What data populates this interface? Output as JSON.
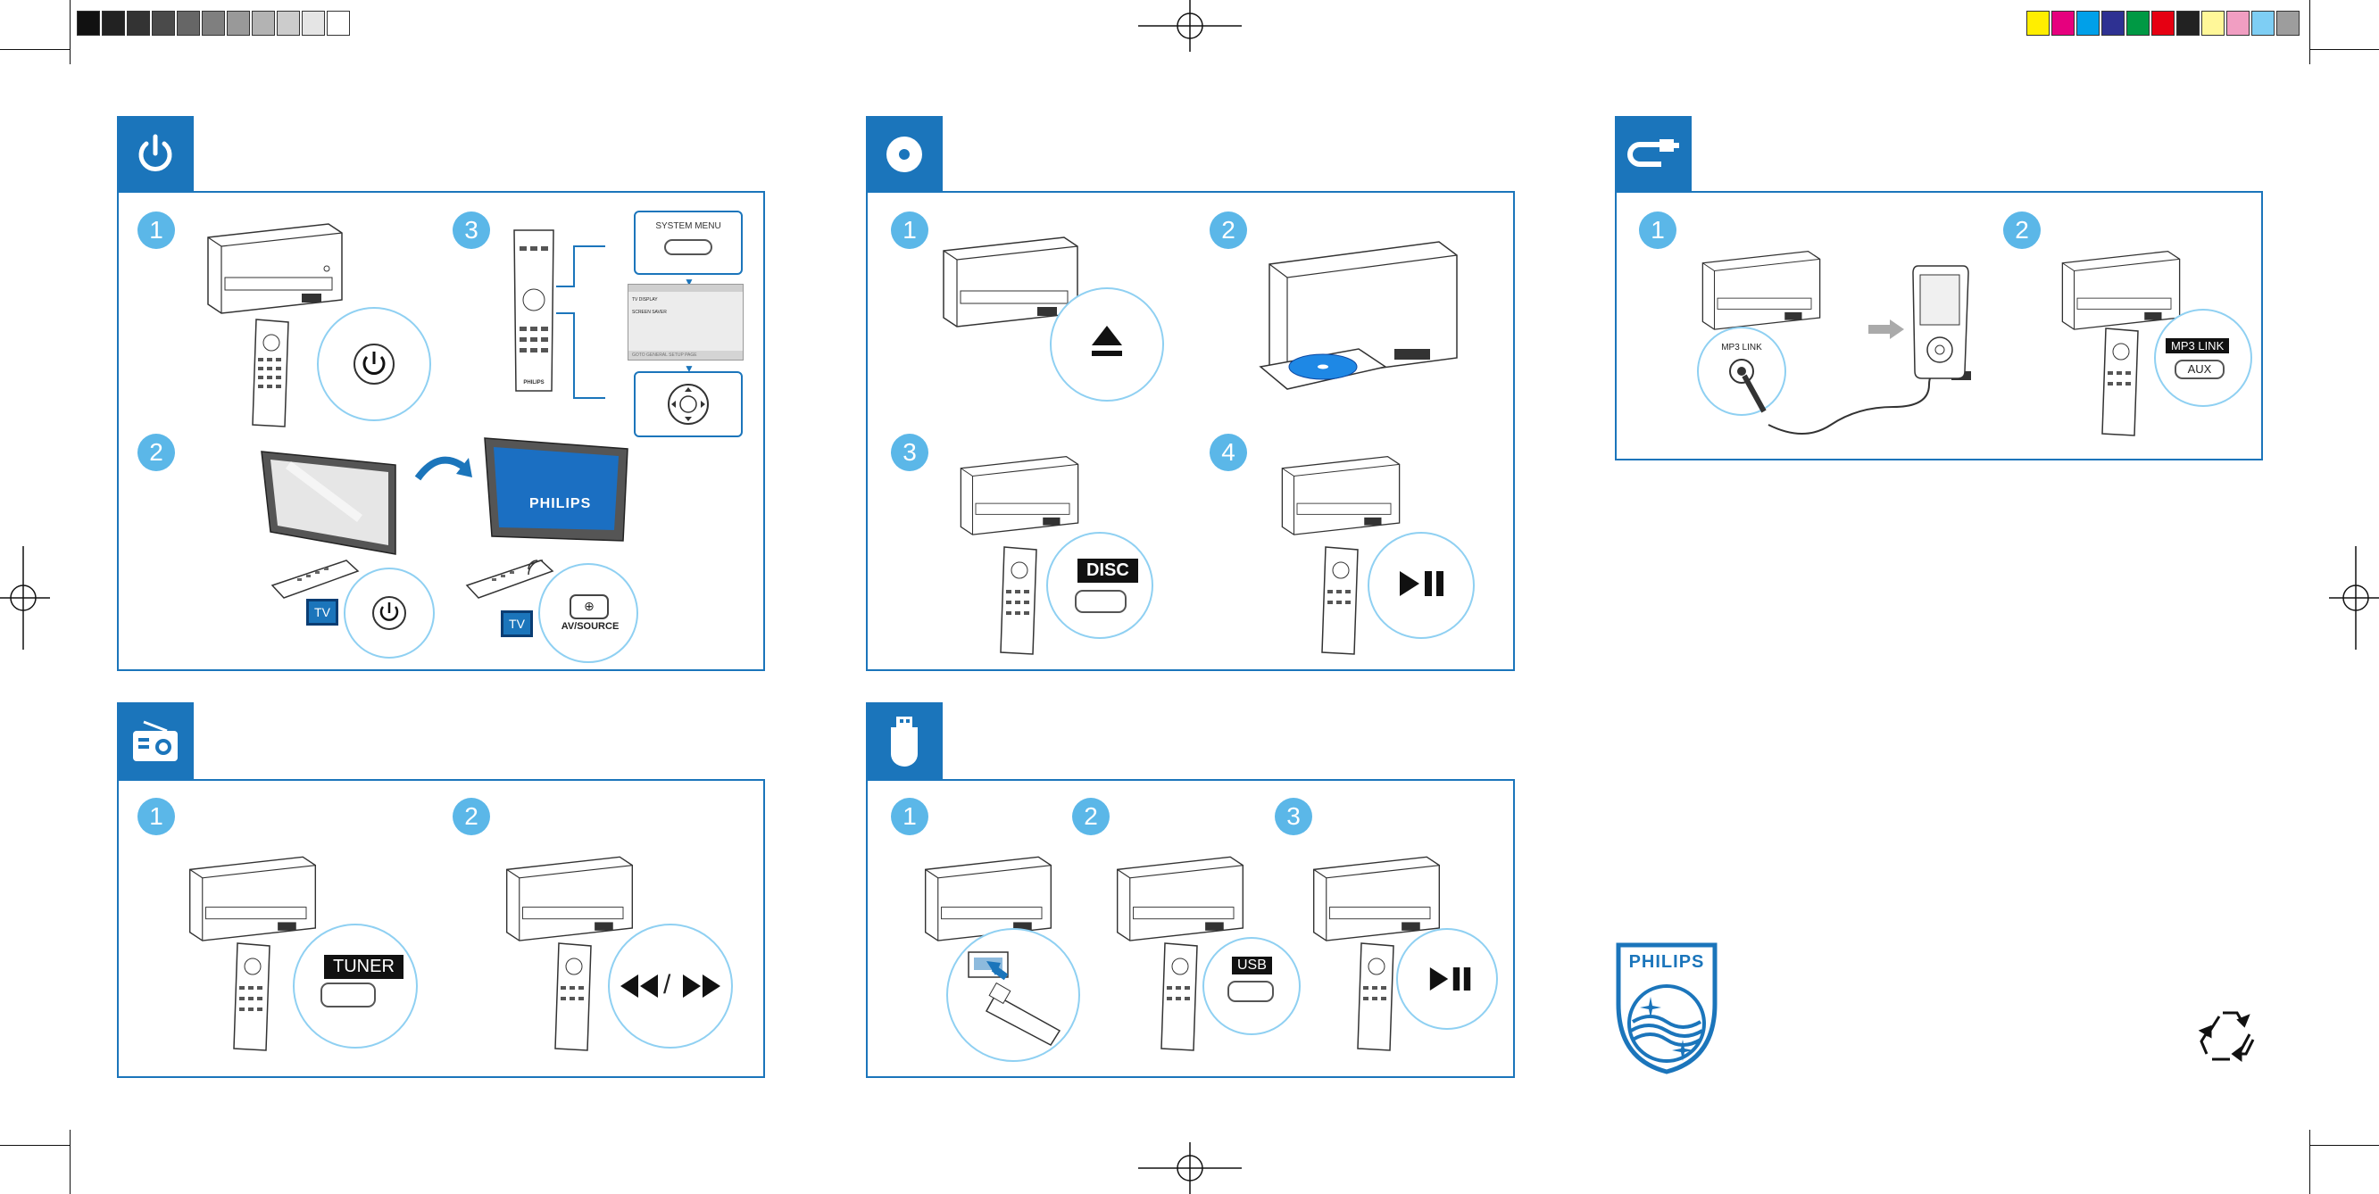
{
  "colors": {
    "accent_blue": "#1b75bb",
    "step_blue": "#5bb7e8",
    "bubble_outline": "#8fd0f2",
    "tv_screen_blue": "#1b6fc2",
    "disc_blue": "#1e88e5"
  },
  "color_bar": {
    "gray_swatches": [
      "#111111",
      "#222222",
      "#333333",
      "#4a4a4a",
      "#666666",
      "#7f7f7f",
      "#999999",
      "#b3b3b3",
      "#cccccc",
      "#e5e5e5",
      "#ffffff"
    ],
    "color_swatches": [
      "#ffee00",
      "#e6007e",
      "#00a0e9",
      "#2e3192",
      "#009944",
      "#e60012",
      "#222222",
      "#fff799",
      "#f19ec2",
      "#7ecef4",
      "#9d9d9d"
    ]
  },
  "sections": {
    "power": {
      "icon": "power-icon",
      "steps": [
        "1",
        "2",
        "3"
      ],
      "system_menu_label": "SYSTEM MENU",
      "menu_screen_lines": [
        "TV DISPLAY",
        "SCREEN SAVER",
        "GOTO GENERAL SETUP PAGE"
      ],
      "tv_brand": "PHILIPS",
      "tv_badge": "TV",
      "av_source_label": "AV/SOURCE"
    },
    "disc": {
      "icon": "disc-icon",
      "steps": [
        "1",
        "2",
        "3",
        "4"
      ],
      "disc_label": "DISC"
    },
    "mp3": {
      "icon": "cable-icon",
      "steps": [
        "1",
        "2"
      ],
      "mp3_link_small": "MP3 LINK",
      "mp3_link_label": "MP3 LINK",
      "aux_label": "AUX"
    },
    "tuner": {
      "icon": "radio-icon",
      "steps": [
        "1",
        "2"
      ],
      "tuner_label": "TUNER",
      "seek_separator": "/"
    },
    "usb": {
      "icon": "usb-icon",
      "steps": [
        "1",
        "2",
        "3"
      ],
      "usb_label": "USB"
    }
  },
  "brand": {
    "logo_text": "PHILIPS",
    "recycle_icon": "recycle-icon"
  },
  "remote_brand": "PHILIPS"
}
